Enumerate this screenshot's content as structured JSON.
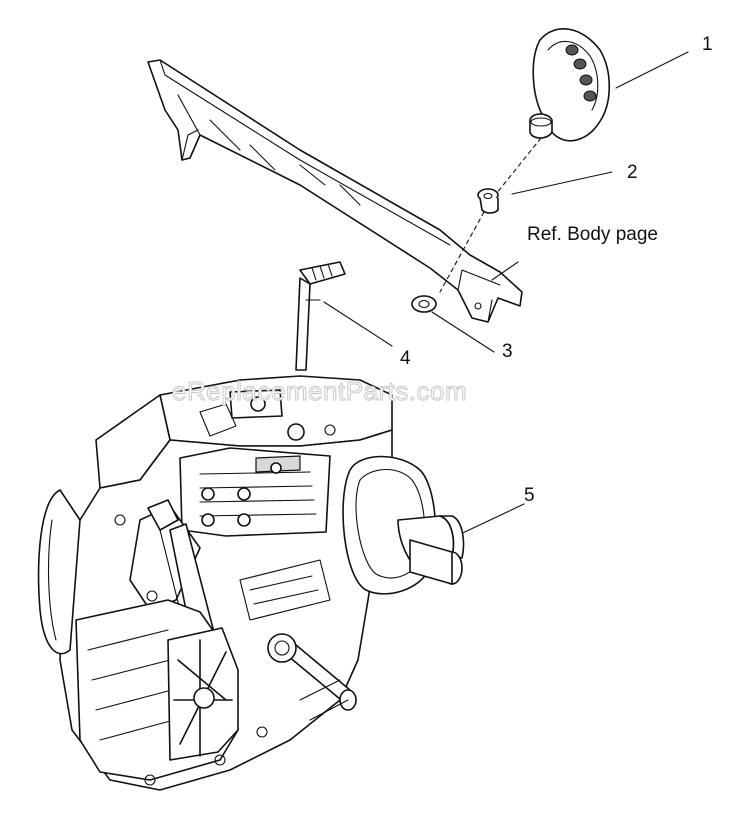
{
  "watermark": "eReplacementParts.com",
  "reference_note": "Ref.  Body page",
  "callouts": [
    {
      "id": "1",
      "label": "1"
    },
    {
      "id": "2",
      "label": "2"
    },
    {
      "id": "3",
      "label": "3"
    },
    {
      "id": "4",
      "label": "4"
    },
    {
      "id": "5",
      "label": "5"
    }
  ],
  "parts": [
    {
      "callout": "1",
      "icon": "control-knob-icon"
    },
    {
      "callout": "2",
      "icon": "flange-washer-icon"
    },
    {
      "callout": "3",
      "icon": "washer-icon"
    },
    {
      "callout": "4",
      "icon": "choke-lever-icon"
    },
    {
      "callout": "5",
      "icon": "engine-icon"
    }
  ]
}
